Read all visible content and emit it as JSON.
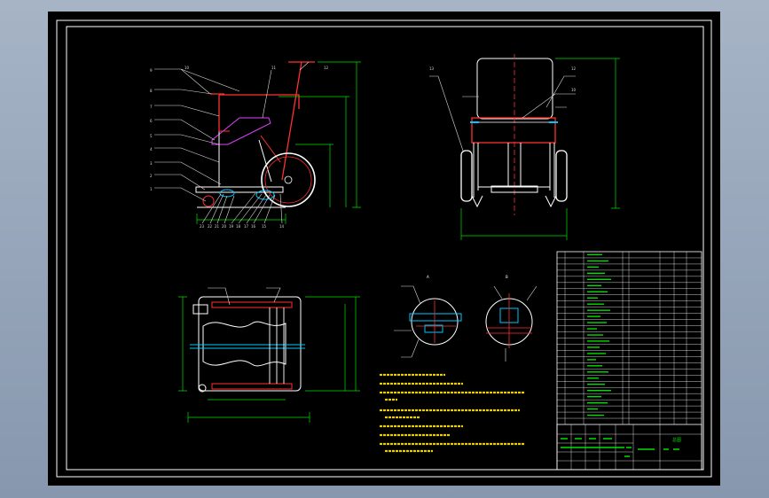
{
  "viewer": {
    "background_color": "#95a4b8",
    "sheet_color": "#000000"
  },
  "side_view": {
    "balloon_labels_left": [
      "9",
      "8",
      "7",
      "6",
      "5",
      "4",
      "3",
      "2",
      "1"
    ],
    "balloon_labels_top": [
      "10",
      "11",
      "12"
    ],
    "balloon_labels_bottom": [
      "23",
      "22",
      "21",
      "20",
      "19",
      "18",
      "17",
      "16",
      "15",
      "14"
    ]
  },
  "front_view": {
    "balloon_labels": [
      "13",
      "12",
      "10"
    ]
  },
  "detail_views": {
    "labels": [
      "A",
      "B"
    ]
  },
  "colors": {
    "frame": "#ffffff",
    "parts": "#ff2a2a",
    "dimensions": "#00e000",
    "wheels": "#ffffff",
    "hubs": "#00c8ff",
    "seat": "#e040ff",
    "leaders": "#e0e0e0"
  },
  "title_block": {
    "part_rows": 28,
    "drawing_name": "总图"
  }
}
